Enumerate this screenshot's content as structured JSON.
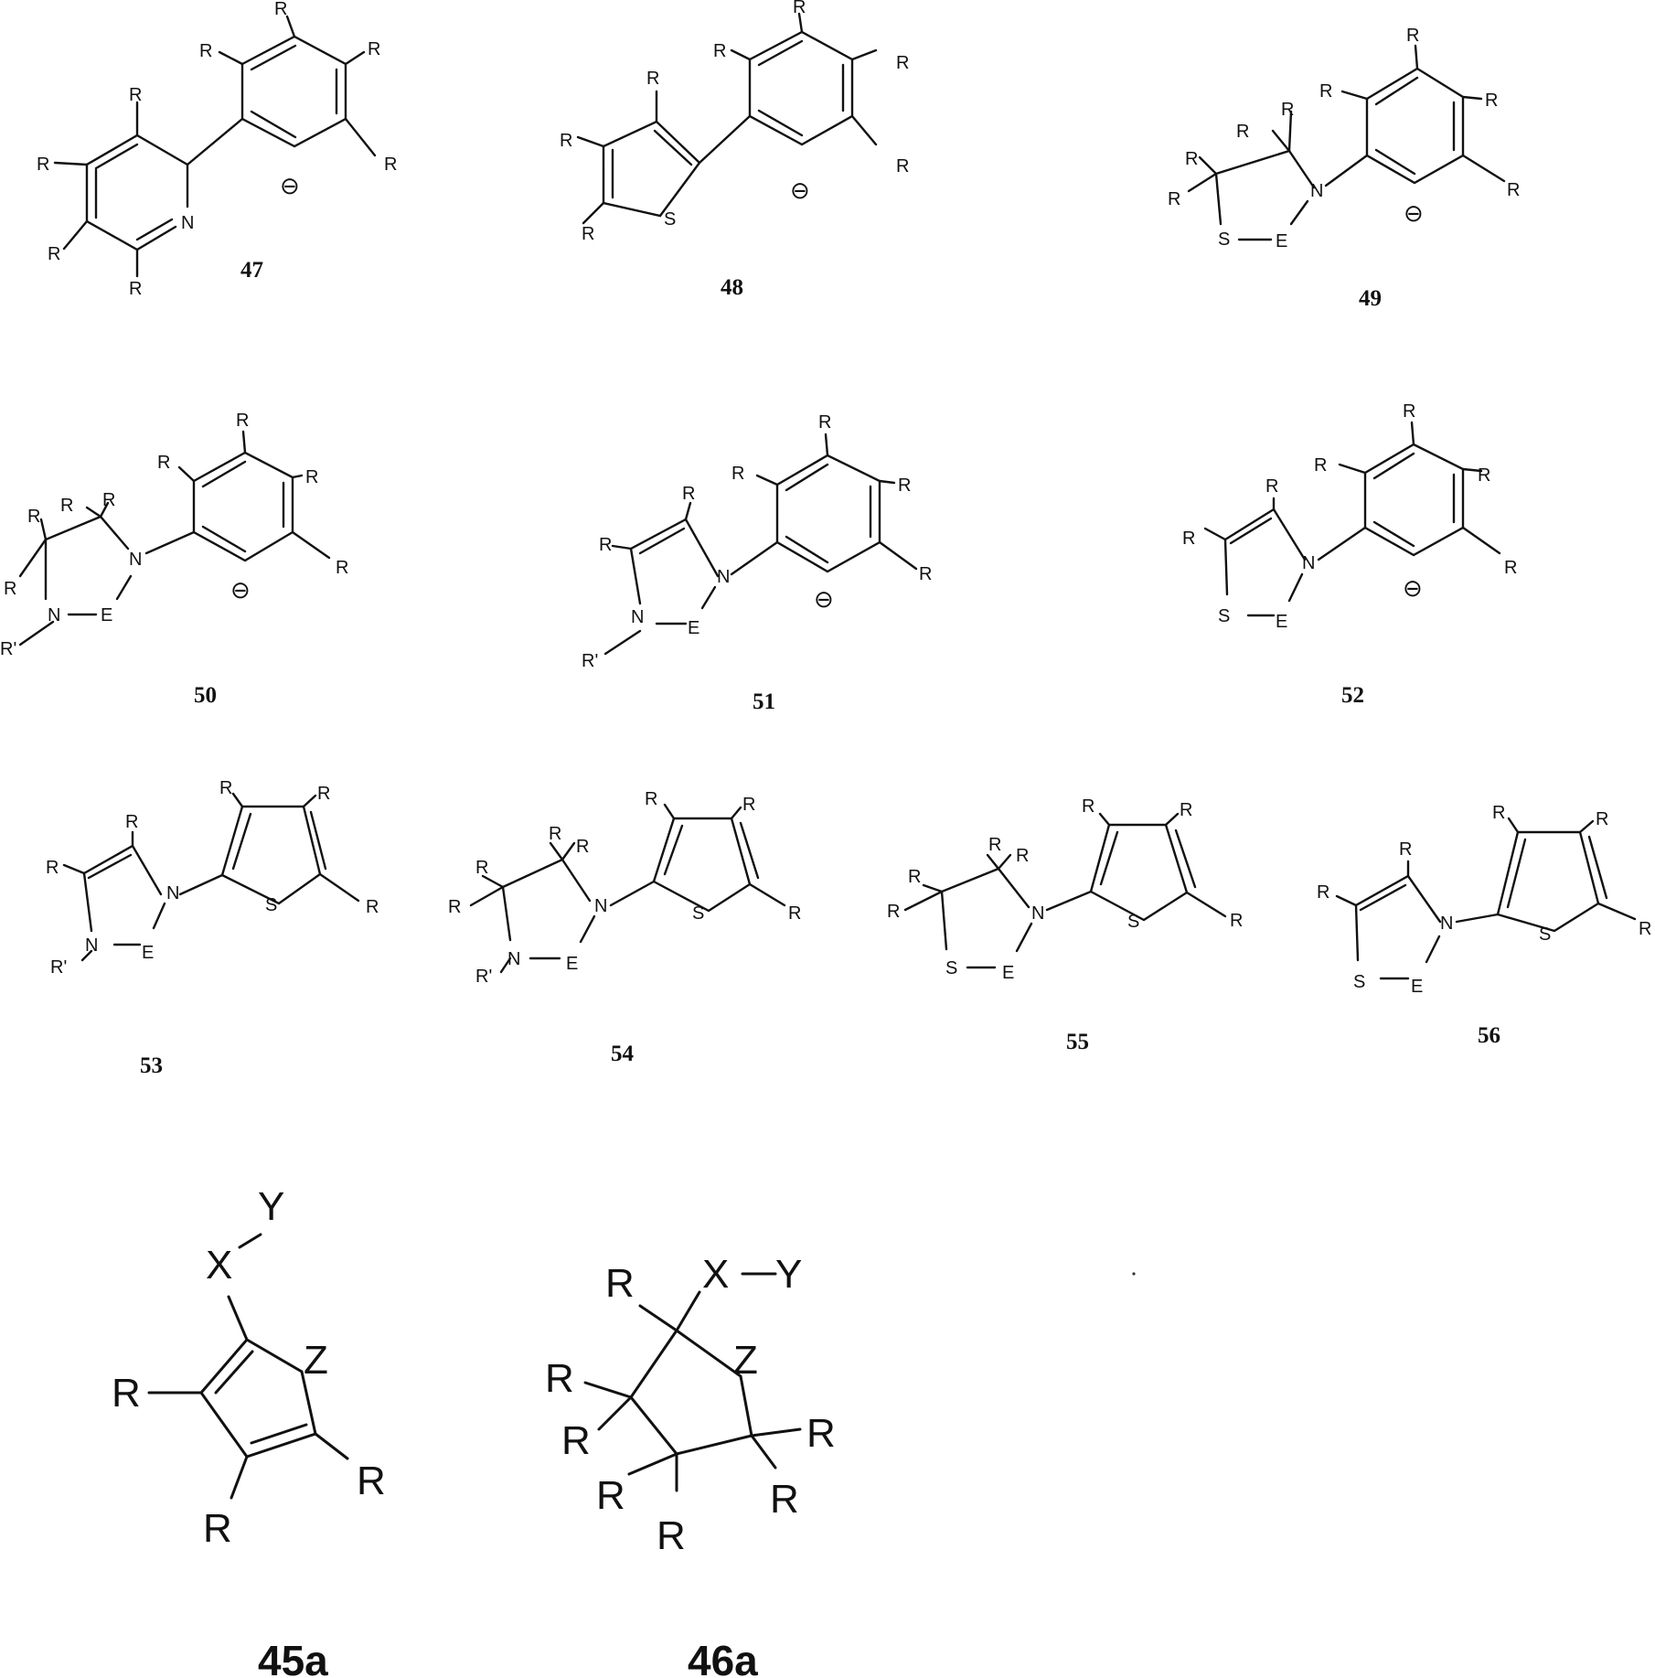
{
  "compounds": [
    {
      "id": "c47",
      "label": "47",
      "atoms": {
        "r": "R",
        "n": "N"
      }
    },
    {
      "id": "c48",
      "label": "48",
      "atoms": {
        "r": "R",
        "s": "S"
      }
    },
    {
      "id": "c49",
      "label": "49",
      "atoms": {
        "r": "R",
        "n": "N",
        "s": "S",
        "e": "E"
      }
    },
    {
      "id": "c50",
      "label": "50",
      "atoms": {
        "r": "R",
        "rp": "R'",
        "n": "N",
        "e": "E"
      }
    },
    {
      "id": "c51",
      "label": "51",
      "atoms": {
        "r": "R",
        "rp": "R'",
        "n": "N",
        "e": "E"
      }
    },
    {
      "id": "c52",
      "label": "52",
      "atoms": {
        "r": "R",
        "n": "N",
        "s": "S",
        "e": "E"
      }
    },
    {
      "id": "c53",
      "label": "53",
      "atoms": {
        "r": "R",
        "rp": "R'",
        "n": "N",
        "e": "E",
        "s": "S"
      }
    },
    {
      "id": "c54",
      "label": "54",
      "atoms": {
        "r": "R",
        "rp": "R'",
        "n": "N",
        "e": "E",
        "s": "S"
      }
    },
    {
      "id": "c55",
      "label": "55",
      "atoms": {
        "r": "R",
        "n": "N",
        "e": "E",
        "s": "S"
      }
    },
    {
      "id": "c56",
      "label": "56",
      "atoms": {
        "r": "R",
        "n": "N",
        "e": "E",
        "s": "S"
      }
    },
    {
      "id": "c45a",
      "label": "45a",
      "atoms": {
        "r": "R",
        "x": "X",
        "y": "Y",
        "z": "Z"
      }
    },
    {
      "id": "c46a",
      "label": "46a",
      "atoms": {
        "r": "R",
        "x": "X",
        "y": "Y",
        "z": "Z"
      }
    }
  ],
  "charge_symbol": "⊖"
}
